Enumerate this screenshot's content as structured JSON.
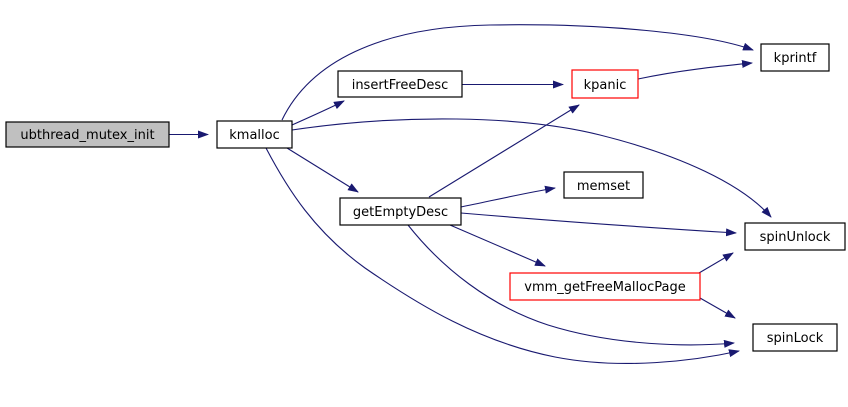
{
  "diagram": {
    "type": "doxygen-call-graph",
    "background_color": "#ffffff",
    "edge_color": "#191970",
    "nodes": [
      {
        "id": "ubthread_mutex_init",
        "label": "ubthread_mutex_init",
        "fill": "#c0c0c0",
        "border": "#000000",
        "role": "root"
      },
      {
        "id": "kmalloc",
        "label": "kmalloc",
        "fill": "#ffffff",
        "border": "#000000",
        "role": "callee"
      },
      {
        "id": "insertFreeDesc",
        "label": "insertFreeDesc",
        "fill": "#ffffff",
        "border": "#000000",
        "role": "callee"
      },
      {
        "id": "kpanic",
        "label": "kpanic",
        "fill": "#ffffff",
        "border": "#ff0000",
        "role": "callee-truncated"
      },
      {
        "id": "kprintf",
        "label": "kprintf",
        "fill": "#ffffff",
        "border": "#000000",
        "role": "callee"
      },
      {
        "id": "getEmptyDesc",
        "label": "getEmptyDesc",
        "fill": "#ffffff",
        "border": "#000000",
        "role": "callee"
      },
      {
        "id": "memset",
        "label": "memset",
        "fill": "#ffffff",
        "border": "#000000",
        "role": "callee"
      },
      {
        "id": "vmm_getFreeMallocPage",
        "label": "vmm_getFreeMallocPage",
        "fill": "#ffffff",
        "border": "#ff0000",
        "role": "callee-truncated"
      },
      {
        "id": "spinUnlock",
        "label": "spinUnlock",
        "fill": "#ffffff",
        "border": "#000000",
        "role": "callee"
      },
      {
        "id": "spinLock",
        "label": "spinLock",
        "fill": "#ffffff",
        "border": "#000000",
        "role": "callee"
      }
    ],
    "edges": [
      {
        "from": "ubthread_mutex_init",
        "to": "kmalloc"
      },
      {
        "from": "kmalloc",
        "to": "kprintf"
      },
      {
        "from": "kmalloc",
        "to": "insertFreeDesc"
      },
      {
        "from": "kmalloc",
        "to": "spinUnlock"
      },
      {
        "from": "kmalloc",
        "to": "getEmptyDesc"
      },
      {
        "from": "kmalloc",
        "to": "spinLock"
      },
      {
        "from": "insertFreeDesc",
        "to": "kpanic"
      },
      {
        "from": "kpanic",
        "to": "kprintf"
      },
      {
        "from": "getEmptyDesc",
        "to": "kpanic"
      },
      {
        "from": "getEmptyDesc",
        "to": "memset"
      },
      {
        "from": "getEmptyDesc",
        "to": "spinUnlock"
      },
      {
        "from": "getEmptyDesc",
        "to": "vmm_getFreeMallocPage"
      },
      {
        "from": "getEmptyDesc",
        "to": "spinLock"
      },
      {
        "from": "vmm_getFreeMallocPage",
        "to": "spinUnlock"
      },
      {
        "from": "vmm_getFreeMallocPage",
        "to": "spinLock"
      }
    ]
  }
}
